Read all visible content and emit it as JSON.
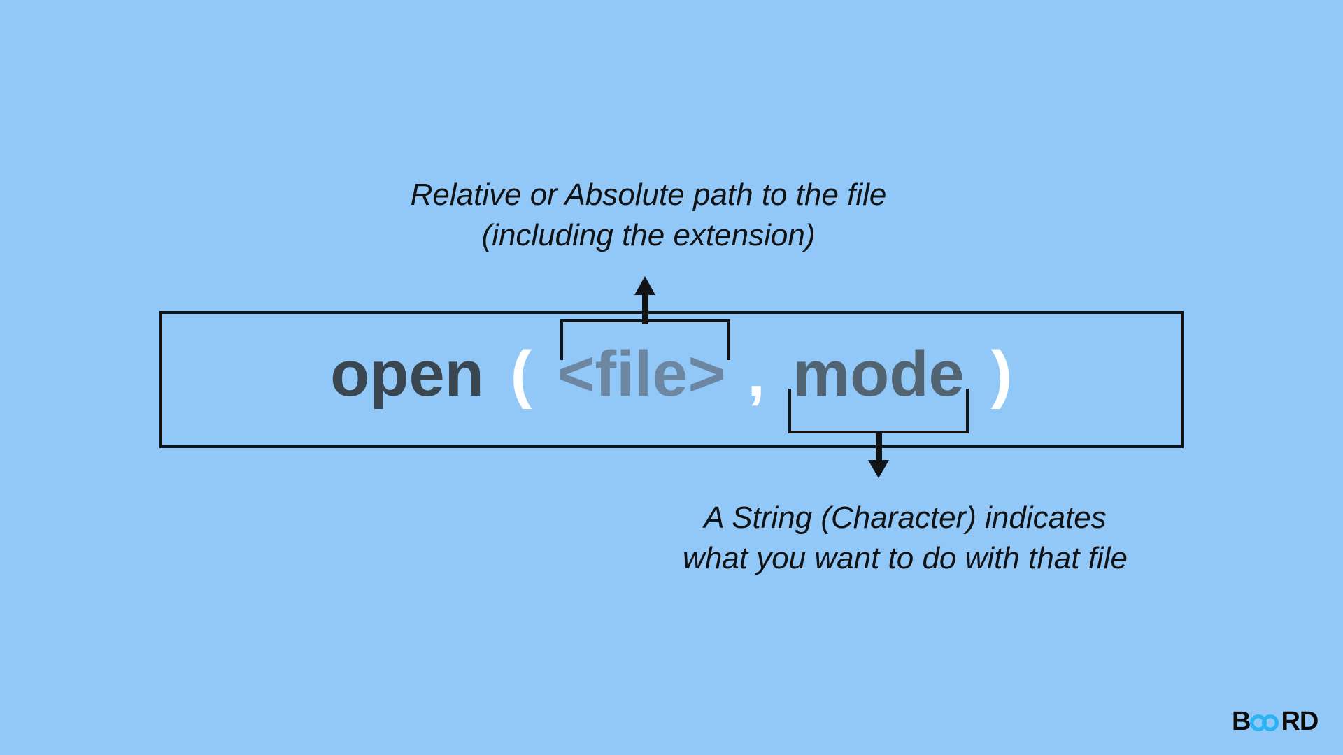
{
  "colors": {
    "background": "#92c8f8",
    "box_border": "#101214",
    "function_text": "#3a4650",
    "file_arg_text": "#6d86a2",
    "mode_arg_text": "#526471",
    "punctuation_text": "#ffffff",
    "annotation_text": "#101214",
    "logo_accent": "#2bb4f4",
    "logo_text": "#0b0b0c"
  },
  "top_annotation": {
    "line1": "Relative or Absolute  path to the file",
    "line2": "(including the extension)"
  },
  "code": {
    "function": "open",
    "open_paren": "(",
    "file_arg": "<file>",
    "comma": ",",
    "mode_arg": "mode",
    "close_paren": ")"
  },
  "bottom_annotation": {
    "line1": "A String (Character) indicates",
    "line2": "what you want to do with that file"
  },
  "logo": {
    "prefix": "B",
    "suffix": "RD"
  }
}
